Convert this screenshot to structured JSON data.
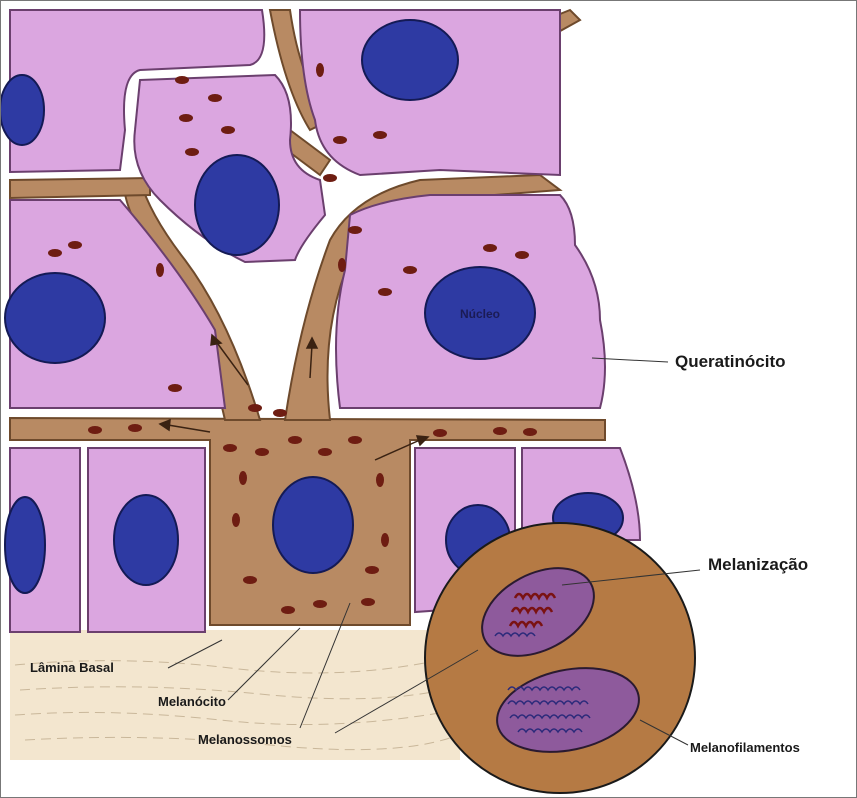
{
  "figure": {
    "labels": {
      "nucleus": "Núcleo",
      "keratinocyte": "Queratinócito",
      "melanization": "Melanização",
      "basal_lamina": "Lâmina Basal",
      "melanocyte": "Melanócito",
      "melanosomes": "Melanossomos",
      "melanofilaments": "Melanofilamentos"
    },
    "colors": {
      "cell_fill": "#dba6e0",
      "cell_edge": "#6b3f6e",
      "nucleus": "#2e3aa3",
      "melanocyte": "#b88a63",
      "melanocyte_edge": "#6e4a2c",
      "melanosome": "#6e1d12",
      "basal_tissue": "#f3e6cf",
      "inset_circle": "#b57a44",
      "inset_oval": "#8e5a9c"
    }
  }
}
